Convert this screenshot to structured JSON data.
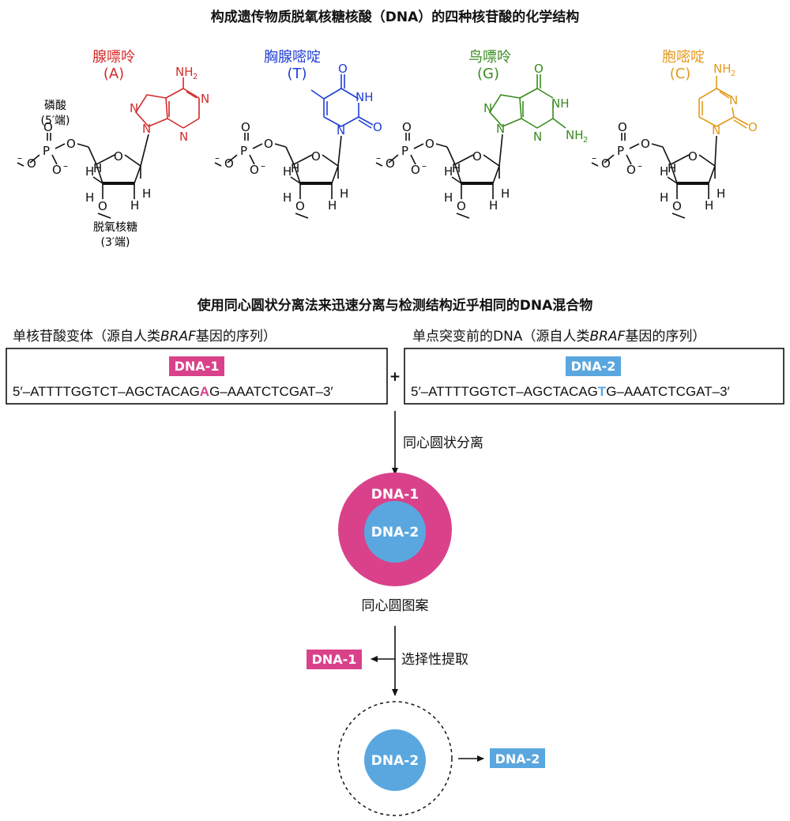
{
  "top_title": "构成遗传物质脱氧核糖核酸（DNA）的四种核苷酸的化学结构",
  "colors": {
    "adenine": "#d42a2a",
    "thymine": "#1f3fd6",
    "guanine": "#3a8a1e",
    "cytosine": "#e39a1c",
    "dna1": "#d9428a",
    "dna2": "#5aa7e0",
    "black": "#111111"
  },
  "nucleotides": [
    {
      "name": "腺嘌呤",
      "letter": "(A)",
      "color": "adenine"
    },
    {
      "name": "胸腺嘧啶",
      "letter": "(T)",
      "color": "thymine"
    },
    {
      "name": "鸟嘌呤",
      "letter": "(G)",
      "color": "guanine"
    },
    {
      "name": "胞嘧啶",
      "letter": "(C)",
      "color": "cytosine"
    }
  ],
  "atoms": {
    "N": "N",
    "NH": "NH",
    "NH2_N": "NH",
    "sub2": "2",
    "O": "O",
    "H": "H",
    "P": "P",
    "minus": "–"
  },
  "annotations": {
    "phosphate": "磷酸",
    "phosphate_end": "(5′端)",
    "sugar": "脱氧核糖",
    "sugar_end": "(3′端)"
  },
  "section_title": "使用同心圆状分离法来迅速分离与检测结构近乎相同的DNA混合物",
  "left_box": {
    "heading_prefix": "单核苷酸变体（源自人类",
    "heading_italic": "BRAF",
    "heading_suffix": "基因的序列）",
    "badge": "DNA-1",
    "seq_prefix": "5′–ATTTTGGTCT–AGCTACAG",
    "seq_highlight": "A",
    "seq_suffix": "G–AAATCTCGAT–3′"
  },
  "right_box": {
    "heading_prefix": "单点突变前的DNA（源自人类",
    "heading_italic": "BRAF",
    "heading_suffix": "基因的序列）",
    "badge": "DNA-2",
    "seq_prefix": "5′–ATTTTGGTCT–AGCTACAG",
    "seq_highlight": "T",
    "seq_suffix": "G–AAATCTCGAT–3′"
  },
  "plus": "+",
  "step1_label": "同心圆状分离",
  "circle_outer_label": "DNA-1",
  "circle_inner_label": "DNA-2",
  "pattern_label": "同心圆图案",
  "step2_label": "选择性提取",
  "extracted_label": "DNA-1",
  "remaining_inner_label": "DNA-2",
  "final_label": "DNA-2"
}
